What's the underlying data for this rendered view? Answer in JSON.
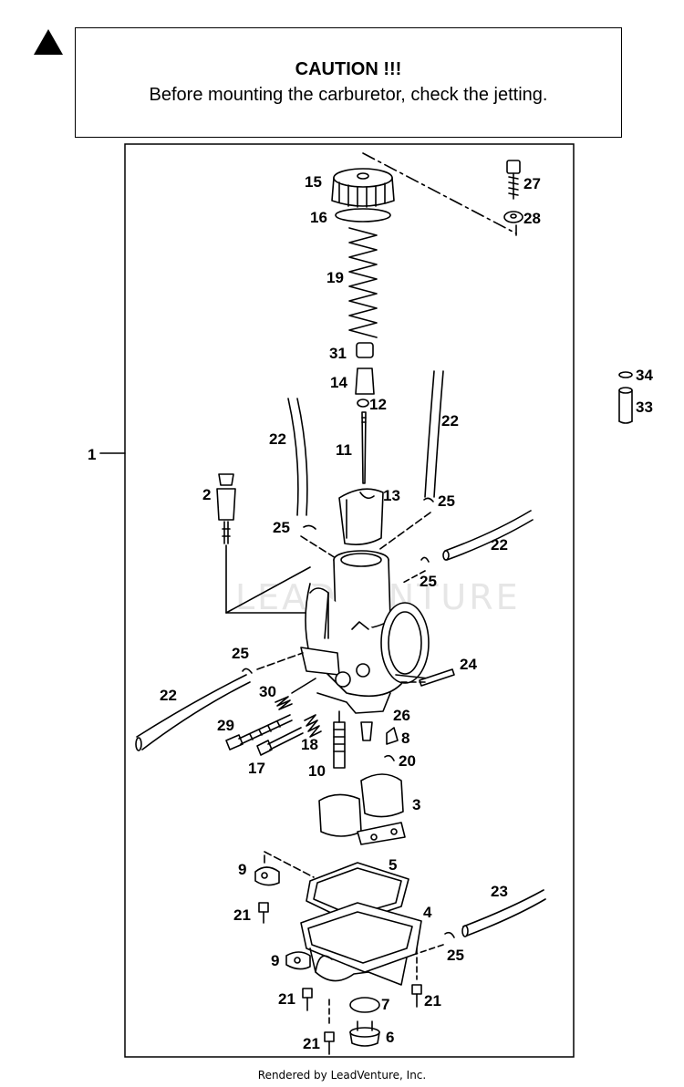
{
  "caution": {
    "title": "CAUTION !!!",
    "text": "Before mounting the carburetor, check the jetting."
  },
  "watermark": "LEADVENTURE",
  "footer": "Rendered by LeadVenture, Inc.",
  "callouts": {
    "c1": "1",
    "c2": "2",
    "c3": "3",
    "c4": "4",
    "c5": "5",
    "c6": "6",
    "c7": "7",
    "c8": "8",
    "c9a": "9",
    "c9b": "9",
    "c10": "10",
    "c11": "11",
    "c12": "12",
    "c13": "13",
    "c14": "14",
    "c15": "15",
    "c16": "16",
    "c17": "17",
    "c18": "18",
    "c19": "19",
    "c20": "20",
    "c21a": "21",
    "c21b": "21",
    "c21c": "21",
    "c21d": "21",
    "c22a": "22",
    "c22b": "22",
    "c22c": "22",
    "c22d": "22",
    "c23": "23",
    "c24": "24",
    "c25a": "25",
    "c25b": "25",
    "c25c": "25",
    "c25d": "25",
    "c25e": "25",
    "c26": "26",
    "c27": "27",
    "c28": "28",
    "c29": "29",
    "c30": "30",
    "c31": "31",
    "c33": "33",
    "c34": "34"
  }
}
